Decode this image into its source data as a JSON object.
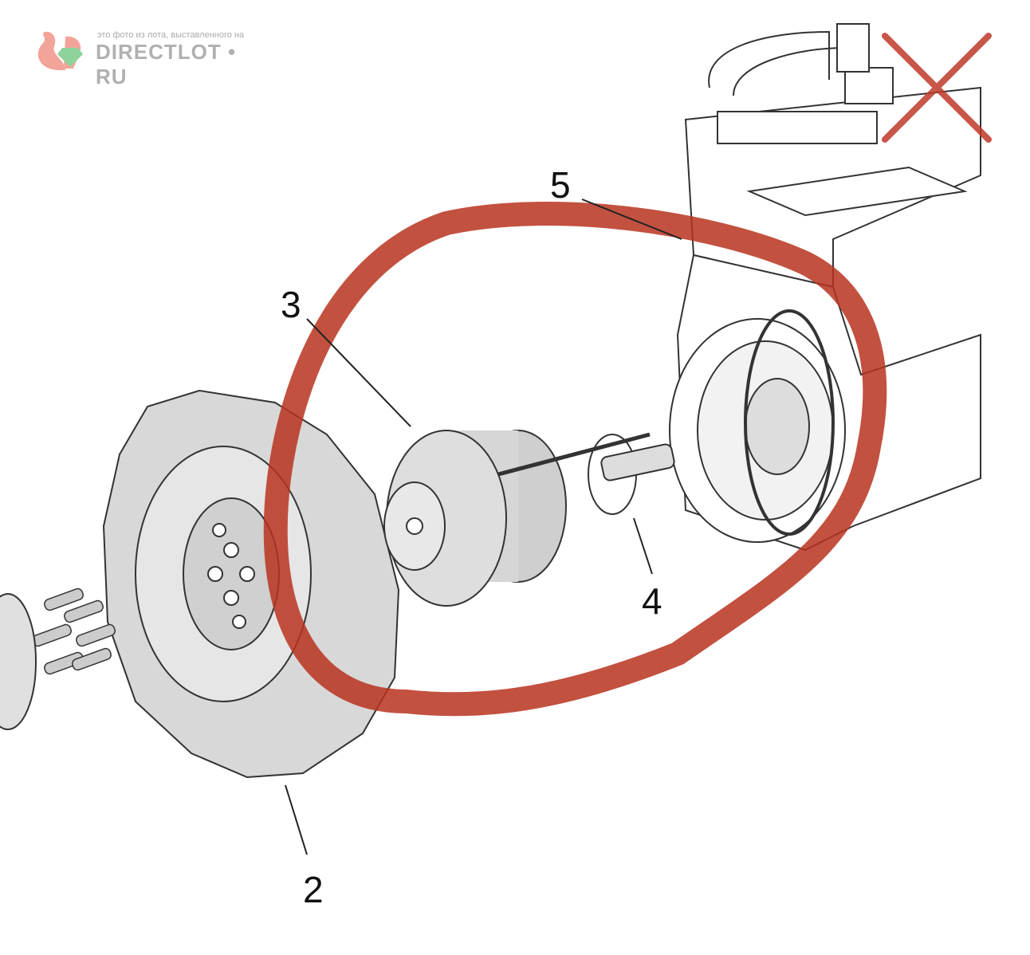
{
  "watermark": {
    "caption": "это фото из лота, выставленного на",
    "brand": "DIRECTLOT • RU"
  },
  "callouts": [
    "2",
    "3",
    "4",
    "5"
  ],
  "colors": {
    "annotation_red": "#b8321f",
    "line": "#222222",
    "part_fill": "#dedede"
  }
}
